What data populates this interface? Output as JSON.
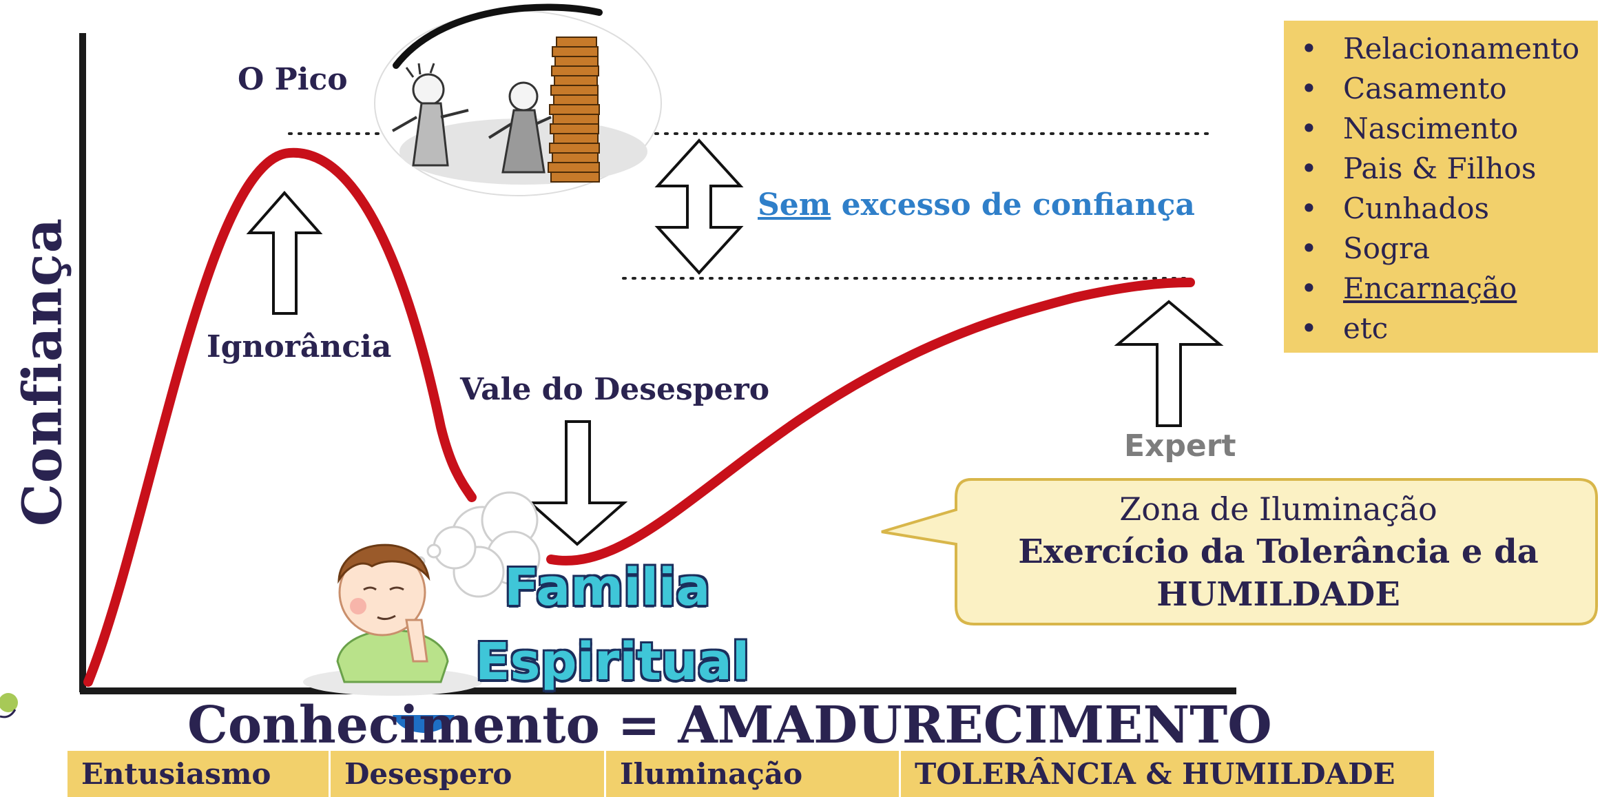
{
  "axes": {
    "y_label": "Confiança",
    "x_label": "Conhecimento = AMADURECIMENTO"
  },
  "labels": {
    "peak": "O Pico",
    "ignorance": "Ignorância",
    "valley": "Vale do Desespero",
    "expert": "Expert",
    "no_overconfidence_underlined": "Sem",
    "no_overconfidence_rest": " excesso de confiança"
  },
  "topics": [
    {
      "text": "Relacionamento",
      "underline": false
    },
    {
      "text": "Casamento",
      "underline": false
    },
    {
      "text": "Nascimento",
      "underline": false
    },
    {
      "text": "Pais & Filhos",
      "underline": false
    },
    {
      "text": "Cunhados",
      "underline": false
    },
    {
      "text": "Sogra",
      "underline": false
    },
    {
      "text": "Encarnação",
      "underline": true
    },
    {
      "text": "etc",
      "underline": false
    }
  ],
  "topic_bullet": "•",
  "callout": {
    "line1": "Zona de Iluminação",
    "line2": "Exercício da Tolerância e da",
    "line3": "HUMILDADE"
  },
  "family": {
    "line1": "Familia",
    "line2": "Espiritual"
  },
  "stages": [
    "Entusiasmo",
    "Desespero",
    "Iluminação",
    "TOLERÂNCIA & HUMILDADE"
  ],
  "colors": {
    "curve": "#c8101a",
    "highlight_box": "#f2d06b",
    "callout_fill": "#fbf1c4",
    "callout_border": "#d8b64a",
    "dark_text": "#2a2350",
    "link_blue": "#2f7fc9",
    "family_text": "#3fc6d8"
  },
  "illustrations": [
    "cartoon-arguing-people-with-books",
    "cartoon-thinking-child",
    "thought-bubble-icon"
  ]
}
